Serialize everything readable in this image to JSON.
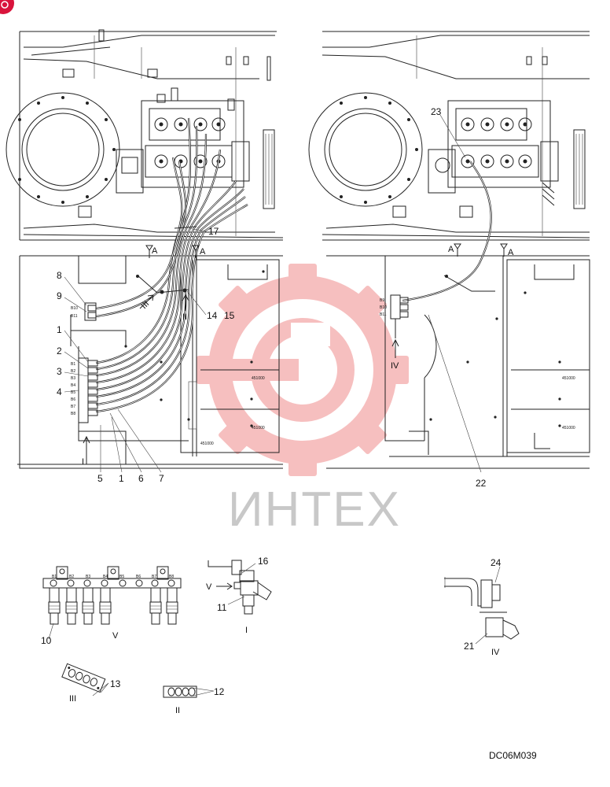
{
  "callouts_left": [
    "8",
    "9",
    "1",
    "2",
    "3",
    "4",
    "5",
    "1",
    "6",
    "7",
    "17",
    "14",
    "15"
  ],
  "callouts_right": [
    "23",
    "22"
  ],
  "callouts_details": [
    "16",
    "11",
    "10",
    "24",
    "21",
    "13",
    "12"
  ],
  "section_markers": [
    "A",
    "A",
    "A",
    "A"
  ],
  "view_arrows": [
    "I",
    "II",
    "III",
    "IV",
    "V"
  ],
  "view_labels": [
    "V",
    "I",
    "IV",
    "III",
    "II"
  ],
  "port_labels_top": [
    "B10",
    "B11"
  ],
  "port_labels_side": [
    "B1",
    "B2",
    "B3",
    "B4",
    "B5",
    "B6",
    "B7",
    "B8"
  ],
  "port_labels_right": [
    "B9",
    "B10",
    "B11"
  ],
  "port_labels_detail": [
    "B1",
    "B2",
    "B3",
    "B4",
    "B5",
    "B6",
    "B7",
    "B8"
  ],
  "drawing_code": "DC06M039",
  "watermark": "ИНТЕХ",
  "colors": {
    "watermark": "#f08c8c",
    "badge": "#d9143c"
  }
}
